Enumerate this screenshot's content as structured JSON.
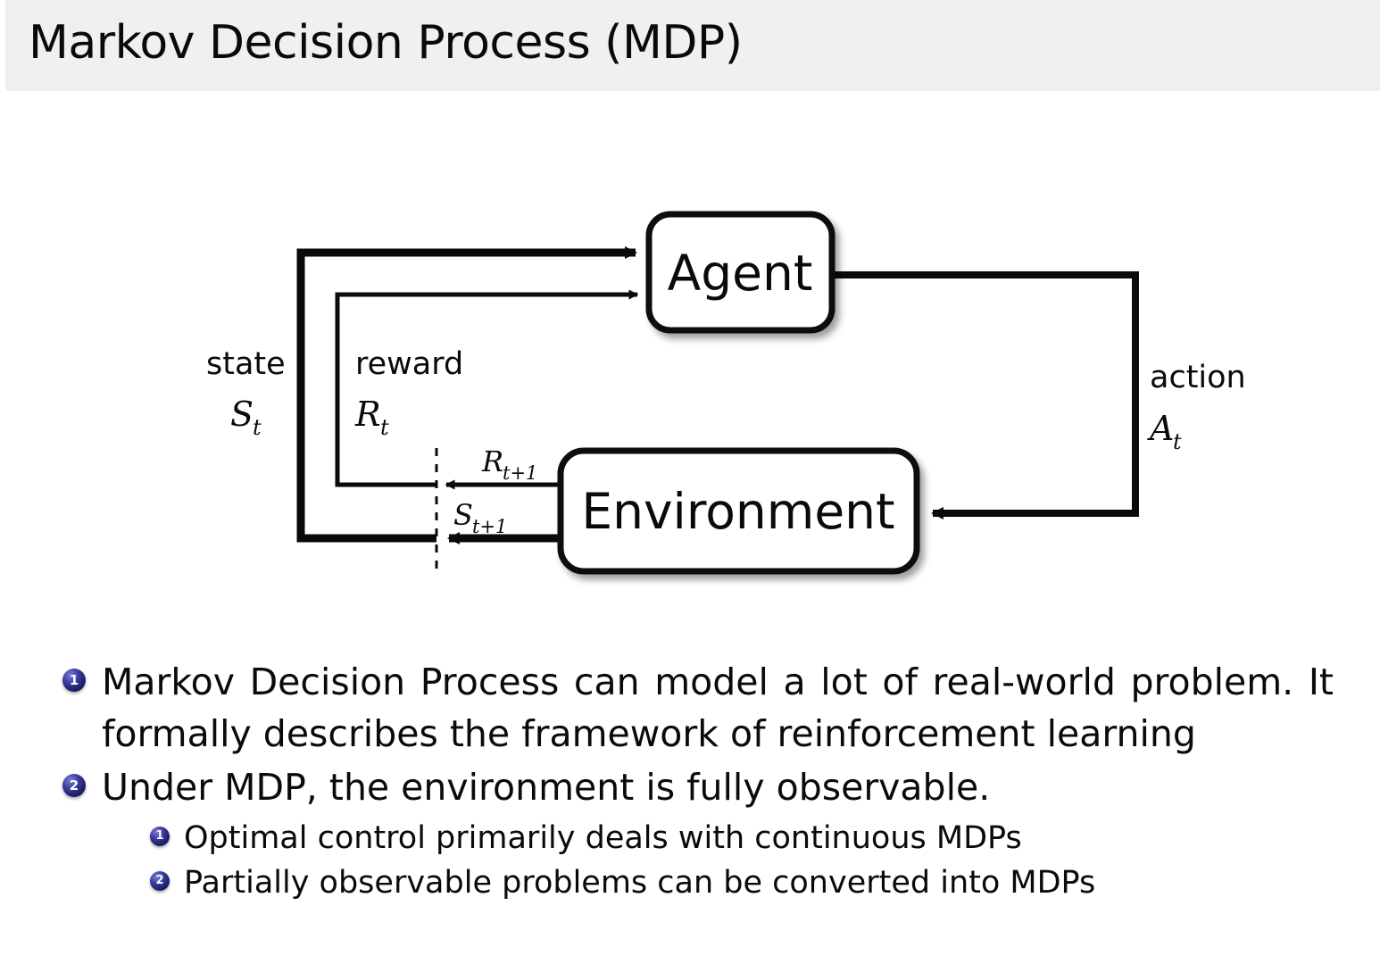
{
  "slide": {
    "title": "Markov Decision Process (MDP)",
    "header_bg": "#f0f0f0",
    "text_color": "#0a0a0a",
    "bullet_marker_color": "#1b1b63"
  },
  "diagram": {
    "name": "agent-environment-interaction-loop",
    "nodes": [
      {
        "id": "agent",
        "label": "Agent"
      },
      {
        "id": "environment",
        "label": "Environment"
      }
    ],
    "edge_labels": {
      "state_word": "state",
      "state_symbol": "S",
      "state_subscript": "t",
      "reward_word": "reward",
      "reward_symbol": "R",
      "reward_subscript": "t",
      "action_word": "action",
      "action_symbol": "A",
      "action_subscript": "t",
      "next_reward_symbol": "R",
      "next_reward_subscript": "t+1",
      "next_state_symbol": "S",
      "next_state_subscript": "t+1"
    }
  },
  "bullets": [
    {
      "number": "1",
      "level": 1,
      "text": "Markov Decision Process can model a lot of real-world problem. It formally describes the framework of reinforcement learning"
    },
    {
      "number": "2",
      "level": 1,
      "text": "Under MDP, the environment is fully observable."
    },
    {
      "number": "1",
      "level": 2,
      "text": "Optimal control primarily deals with continuous MDPs"
    },
    {
      "number": "2",
      "level": 2,
      "text": "Partially observable problems can be converted into MDPs"
    }
  ]
}
